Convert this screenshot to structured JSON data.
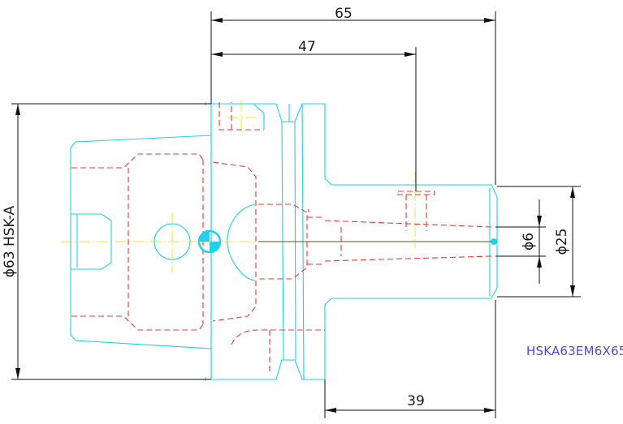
{
  "dimensions": {
    "overall_length": "65",
    "inner_length": "47",
    "shank_length": "39",
    "bore_diameter": "ϕ6",
    "shank_diameter": "ϕ25",
    "flange_diameter": "ϕ63 HSK-A"
  },
  "part_code": "HSKA63EM6X65",
  "colors": {
    "outline": "#22d0e8",
    "hidden_lines": "#e43a3a",
    "center_lines": "#e8e833",
    "dimensions": "#111111",
    "part_code": "#4a4ae0"
  }
}
